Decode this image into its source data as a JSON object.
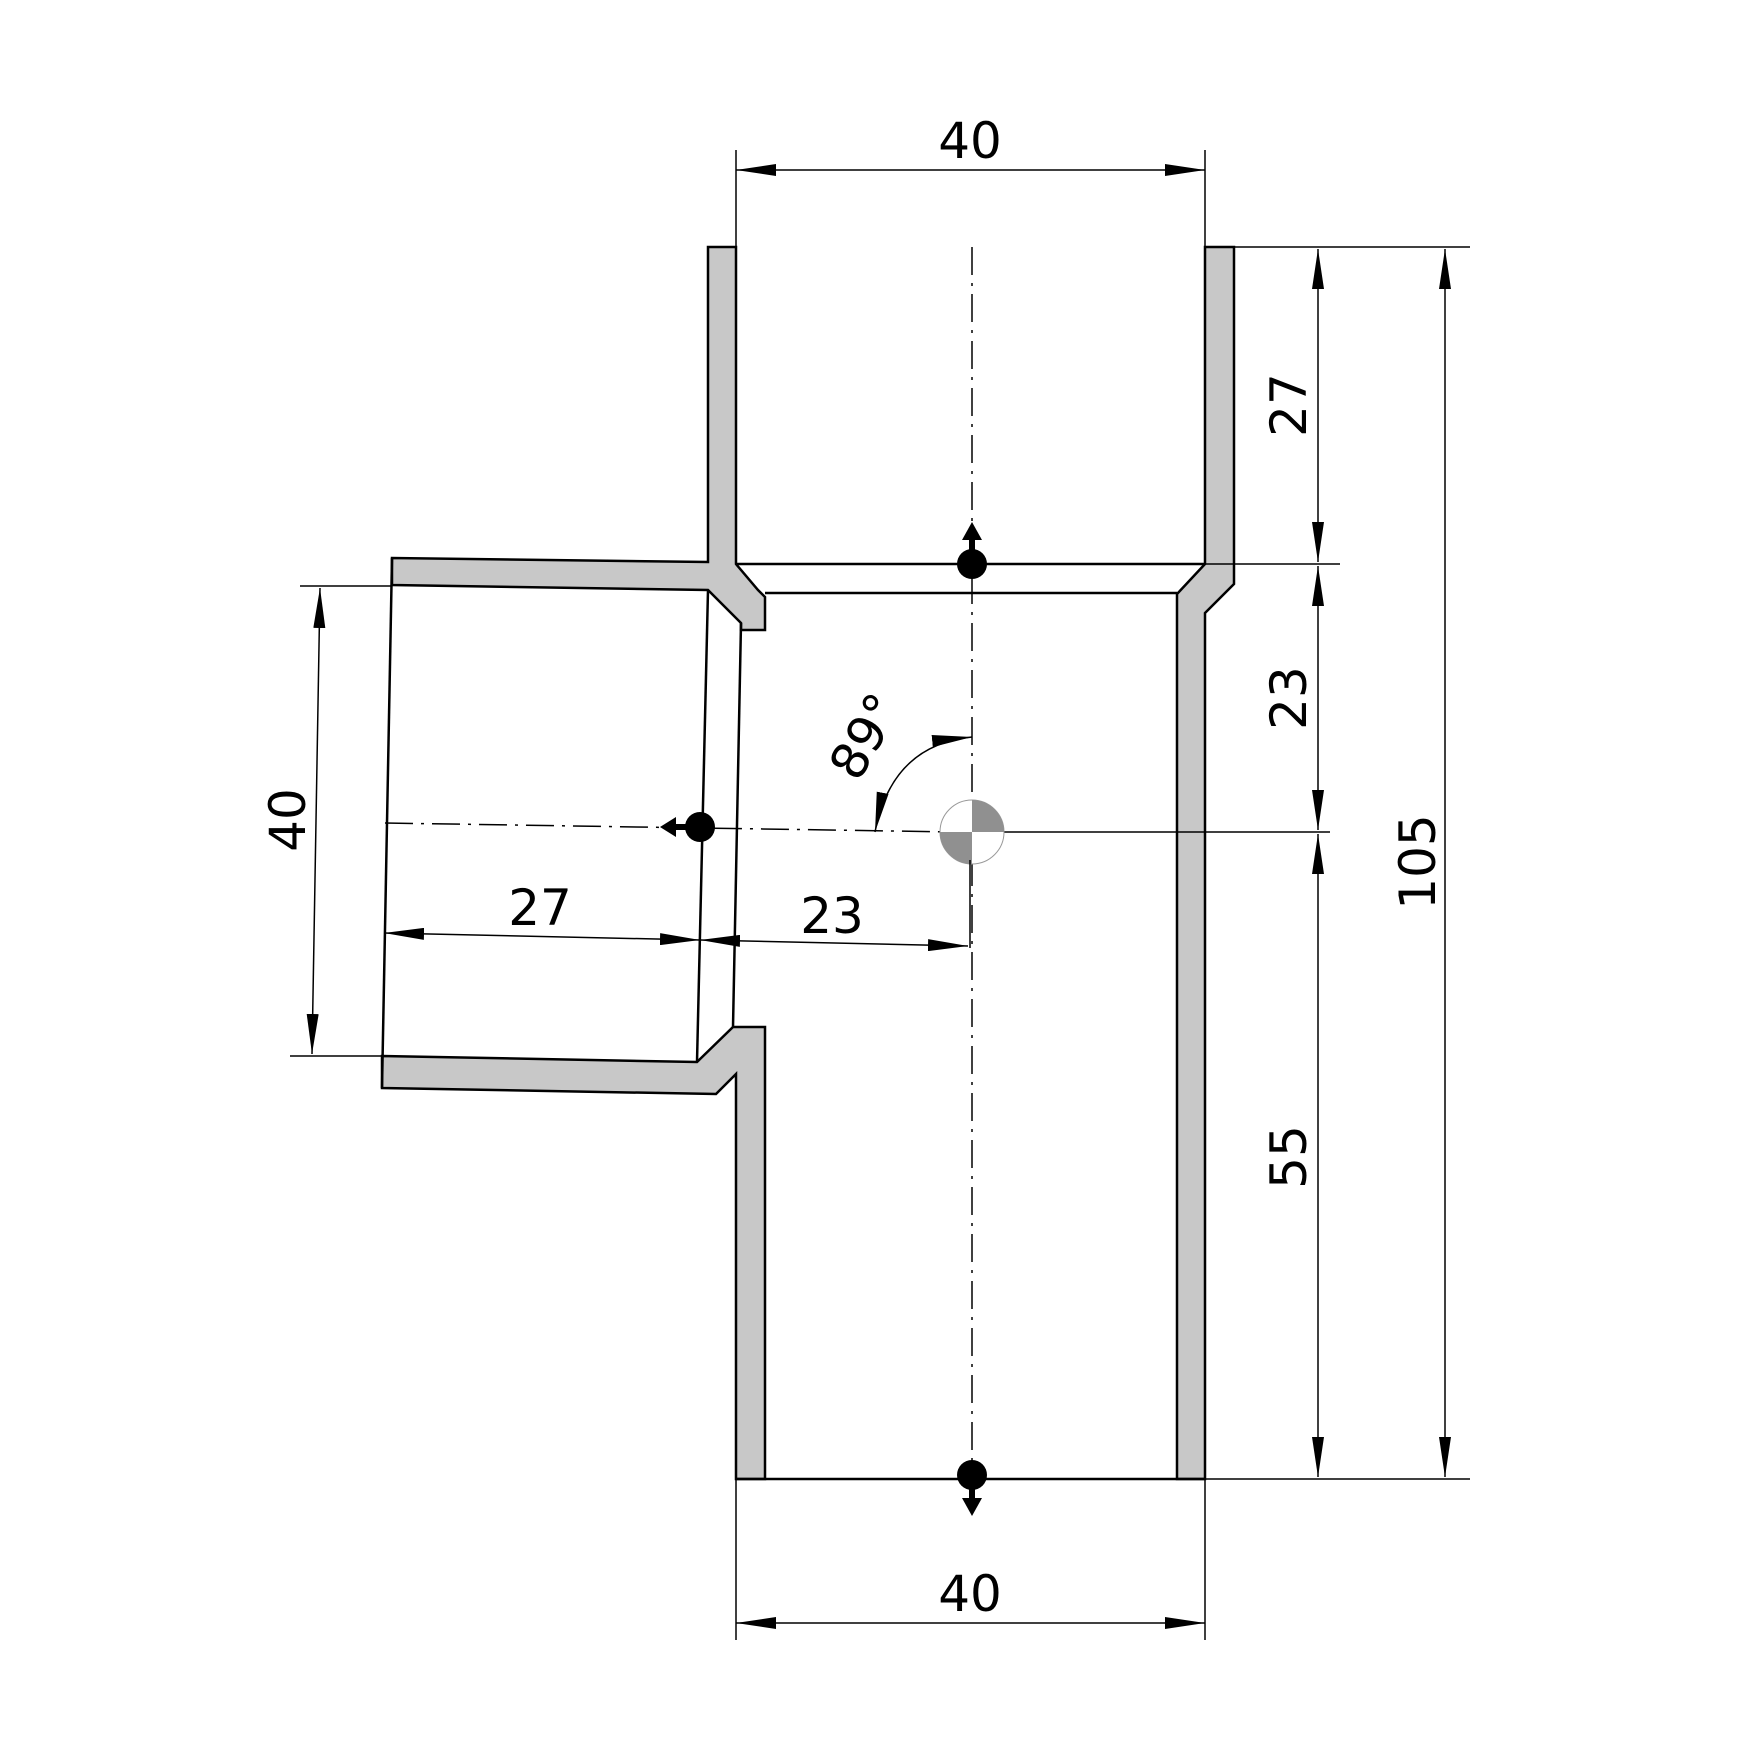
{
  "drawing": {
    "dimensions": {
      "top_width": "40",
      "bottom_width": "40",
      "branch_height": "40",
      "branch_socket_depth": "27",
      "branch_offset": "23",
      "upper_socket_depth": "27",
      "upper_to_branch_axis": "23",
      "lower_length": "55",
      "overall_length": "105",
      "branch_angle": "89°"
    },
    "colors": {
      "wall_fill": "#c8c8c8",
      "line": "#000000",
      "center_mark_fill": "#909090"
    }
  }
}
